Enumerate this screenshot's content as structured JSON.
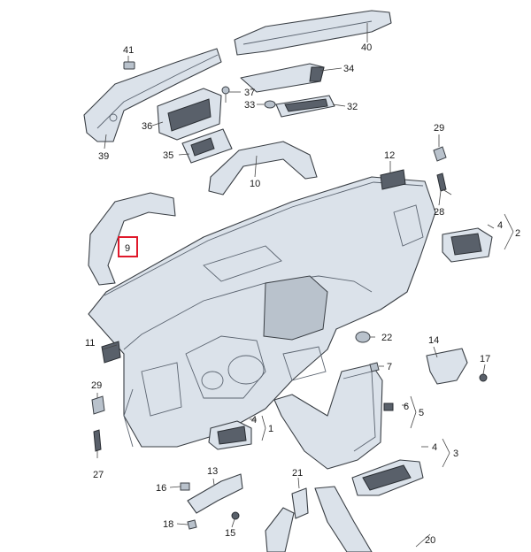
{
  "diagram": {
    "highlighted_label": "9",
    "callouts": {
      "c40": "40",
      "c41": "41",
      "c34": "34",
      "c37": "37",
      "c36": "36",
      "c33": "33",
      "c32": "32",
      "c39": "39",
      "c35": "35",
      "c10": "10",
      "c29a": "29",
      "c28": "28",
      "c12": "12",
      "c9": "9",
      "c4a": "4",
      "c2": "2",
      "c11": "11",
      "c22": "22",
      "c14": "14",
      "c17": "17",
      "c7": "7",
      "c29b": "29",
      "c6": "6",
      "c5": "5",
      "c4b": "4",
      "c1": "1",
      "c4c": "4",
      "c3": "3",
      "c27": "27",
      "c13": "13",
      "c16": "16",
      "c21": "21",
      "c18": "18",
      "c15": "15",
      "c20": "20"
    }
  }
}
